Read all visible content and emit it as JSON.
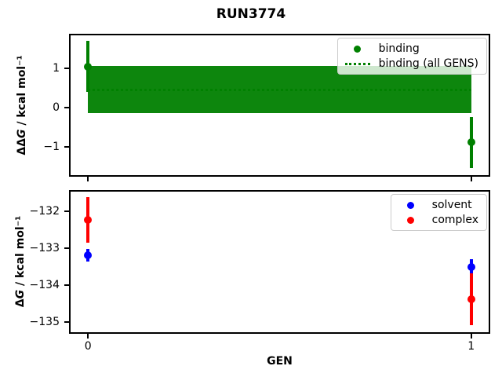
{
  "figure": {
    "title": "RUN3774",
    "background": "#ffffff"
  },
  "chart_data": [
    {
      "type": "scatter",
      "ylabel": {
        "prefix": "ΔΔ",
        "var": "G",
        "suffix": " / kcal mol⁻¹"
      },
      "xlabel": "",
      "xlim": [
        -0.0455,
        1.0455
      ],
      "ylim": [
        -1.71,
        1.84
      ],
      "grid": false,
      "yticks": [
        {
          "value": 1,
          "label": "1"
        },
        {
          "value": 0,
          "label": "0"
        },
        {
          "value": -1,
          "label": "−1"
        }
      ],
      "xticks": [
        {
          "value": 0,
          "label": ""
        },
        {
          "value": 1,
          "label": ""
        }
      ],
      "series": [
        {
          "name": "binding",
          "color": "#008000",
          "marker": "circle",
          "x": [
            0,
            1
          ],
          "y": [
            1.05,
            -0.88
          ],
          "yerr": [
            0.65,
            0.65
          ]
        }
      ],
      "band": {
        "name": "binding (all GENS)",
        "color": "#008000",
        "x": [
          0,
          1
        ],
        "center": 0.47,
        "lo": -0.13,
        "hi": 1.07,
        "line_style": "dotted"
      },
      "legend": {
        "position": "top-right",
        "items": [
          {
            "label": "binding",
            "marker": "dot",
            "color": "#008000"
          },
          {
            "label": "binding (all GENS)",
            "marker": "dotted-line",
            "color": "#008000"
          }
        ]
      }
    },
    {
      "type": "scatter",
      "ylabel": {
        "prefix": "Δ",
        "var": "G",
        "suffix": " / kcal mol⁻¹"
      },
      "xlabel": "GEN",
      "xlim": [
        -0.0455,
        1.0455
      ],
      "ylim": [
        -135.28,
        -131.46
      ],
      "grid": false,
      "yticks": [
        {
          "value": -132,
          "label": "−132"
        },
        {
          "value": -133,
          "label": "−133"
        },
        {
          "value": -134,
          "label": "−134"
        },
        {
          "value": -135,
          "label": "−135"
        }
      ],
      "xticks": [
        {
          "value": 0,
          "label": "0"
        },
        {
          "value": 1,
          "label": "1"
        }
      ],
      "series": [
        {
          "name": "solvent",
          "color": "#0000ff",
          "marker": "circle",
          "x": [
            0,
            1
          ],
          "y": [
            -133.18,
            -133.51
          ],
          "yerr": [
            0.17,
            0.22
          ]
        },
        {
          "name": "complex",
          "color": "#ff0000",
          "marker": "circle",
          "x": [
            0,
            1
          ],
          "y": [
            -132.22,
            -134.38
          ],
          "yerr": [
            0.62,
            0.7
          ]
        }
      ],
      "legend": {
        "position": "top-right",
        "items": [
          {
            "label": "solvent",
            "marker": "dot",
            "color": "#0000ff"
          },
          {
            "label": "complex",
            "marker": "dot",
            "color": "#ff0000"
          }
        ]
      }
    }
  ]
}
